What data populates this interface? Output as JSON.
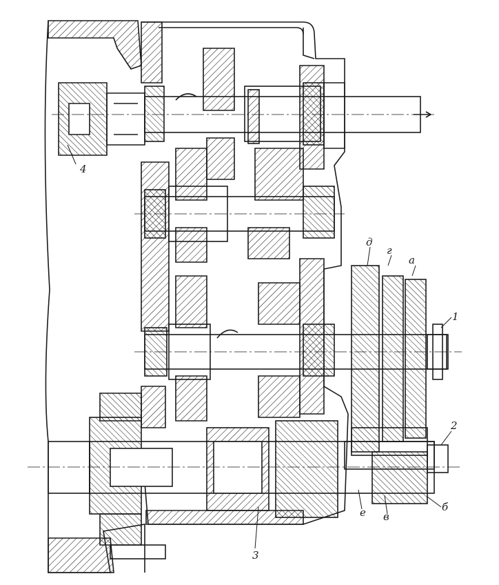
{
  "figure": {
    "callouts": [
      {
        "id": "c1",
        "text": "1"
      },
      {
        "id": "c2",
        "text": "2"
      },
      {
        "id": "c3",
        "text": "3"
      },
      {
        "id": "c4",
        "text": "4"
      },
      {
        "id": "ca",
        "text": "а"
      },
      {
        "id": "cb",
        "text": "б"
      },
      {
        "id": "cv",
        "text": "в"
      },
      {
        "id": "cg",
        "text": "г"
      },
      {
        "id": "cd",
        "text": "д"
      },
      {
        "id": "ce",
        "text": "е"
      }
    ]
  },
  "colors": {
    "ink": "#1a1a1a",
    "paper": "#ffffff"
  }
}
